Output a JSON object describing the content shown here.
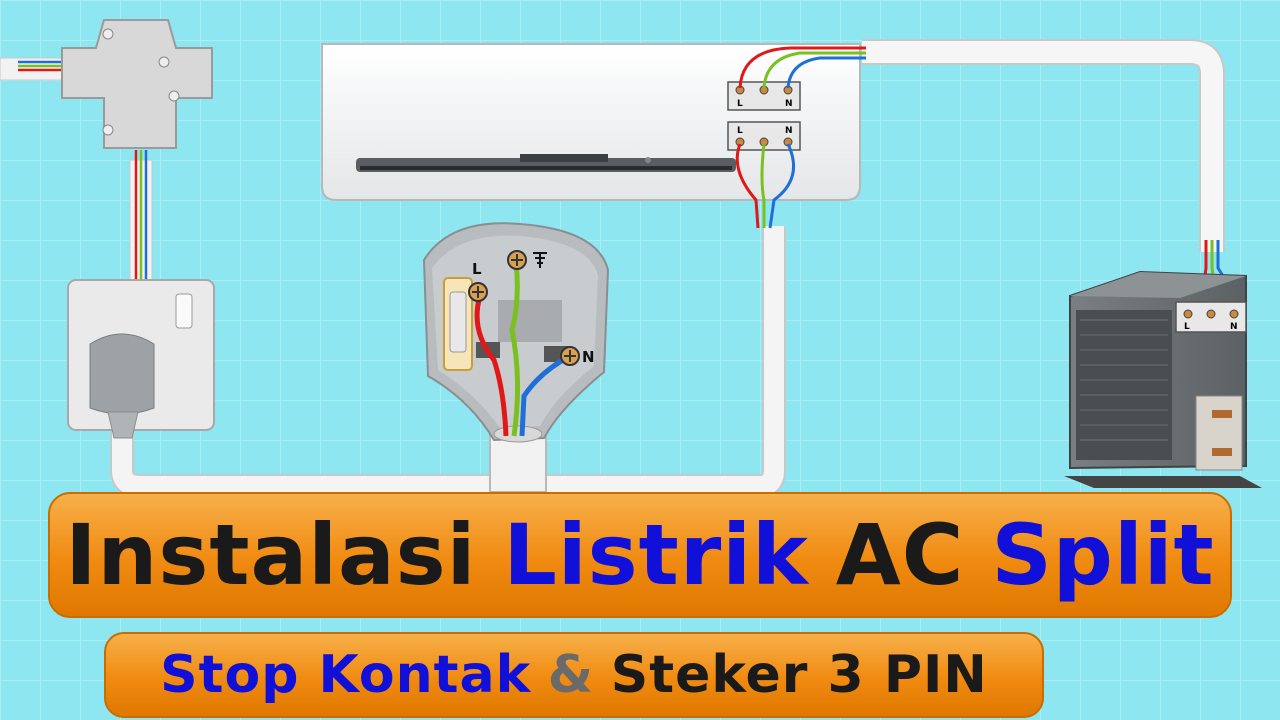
{
  "terminals": {
    "live": "L",
    "neutral": "N",
    "earth_symbol": "ground-symbol"
  },
  "title": {
    "part1": "Instalasi",
    "part2": "Listrik",
    "part3": "AC",
    "part4": "Split"
  },
  "subtitle": {
    "part1": "Stop Kontak",
    "part2": "&",
    "part3": "Steker 3 PIN"
  },
  "colors": {
    "background": "#8ee6f0",
    "wire_live": "#e01818",
    "wire_earth": "#7ac020",
    "wire_neutral": "#1e6fd8",
    "banner": "#f08a10",
    "title_dark": "#1a1a1a",
    "title_blue": "#1010d8"
  },
  "icons": [
    "indoor-unit-icon",
    "outdoor-unit-icon",
    "wall-socket-icon",
    "plug-icon",
    "junction-box-icon",
    "fuse-icon",
    "ground-symbol-icon"
  ]
}
